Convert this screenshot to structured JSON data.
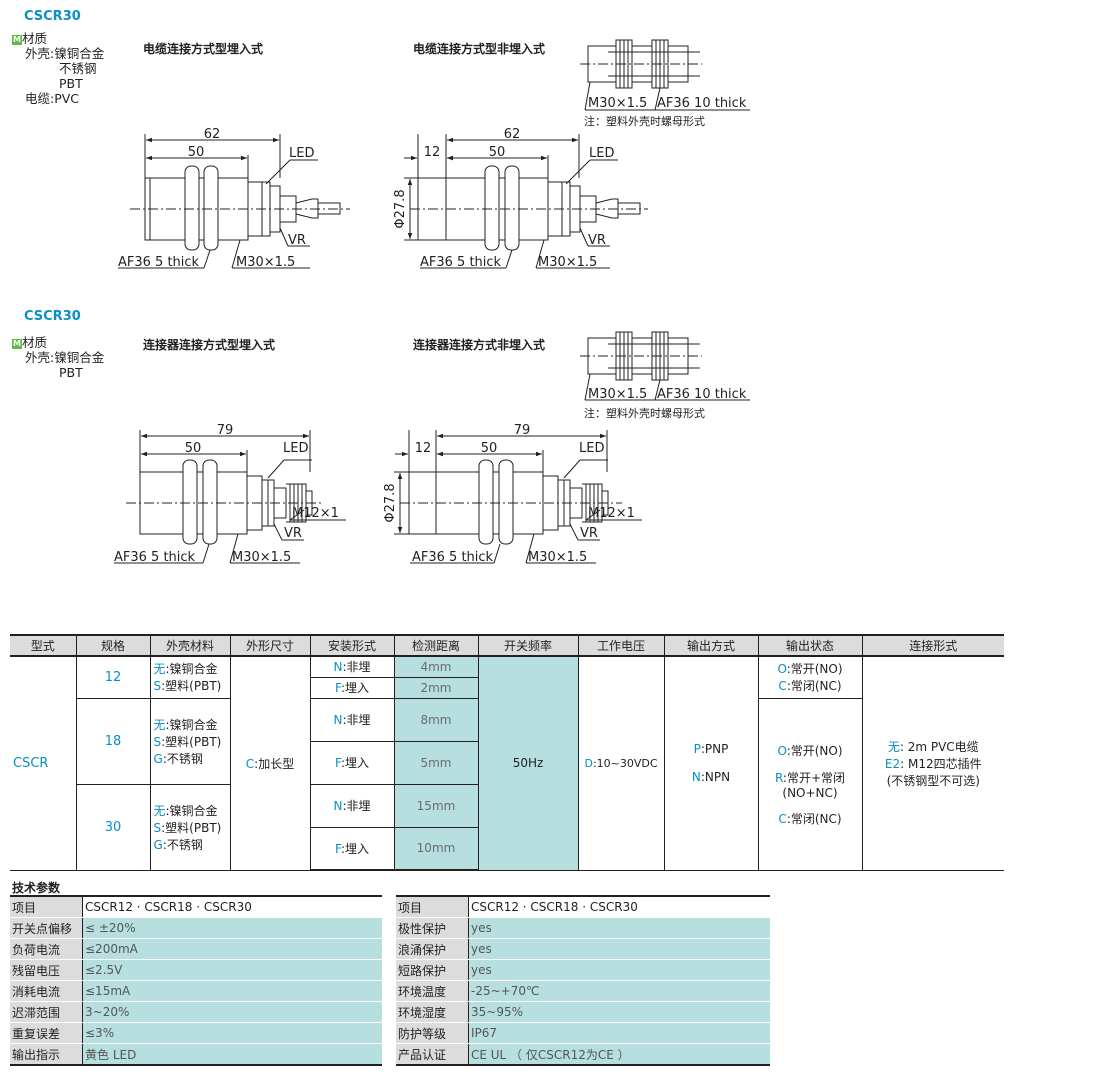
{
  "section1": {
    "title": "CSCR30",
    "material_heading": "材质",
    "material_badge": "M",
    "materials": [
      "外壳:镍铜合金",
      "不锈钢",
      "PBT",
      "电缆:PVC"
    ],
    "diag_left_title": "电缆连接方式型埋入式",
    "diag_right_title": "电缆连接方式型非埋入式",
    "nut_note": "注：塑料外壳时螺母形式",
    "nut_m": "M30×1.5",
    "nut_af": "AF36 10 thick",
    "left": {
      "total": "62",
      "body": "50",
      "led": "LED",
      "vr": "VR",
      "af": "AF36 5 thick",
      "m": "M30×1.5"
    },
    "right": {
      "total": "62",
      "lead": "12",
      "body": "50",
      "dia": "Φ27.8",
      "led": "LED",
      "vr": "VR",
      "af": "AF36 5 thick",
      "m": "M30×1.5"
    }
  },
  "section2": {
    "title": "CSCR30",
    "material_heading": "材质",
    "material_badge": "M",
    "materials": [
      "外壳:镍铜合金",
      "PBT"
    ],
    "diag_left_title": "连接器连接方式型埋入式",
    "diag_right_title": "连接器连接方式非埋入式",
    "nut_note": "注：塑料外壳时螺母形式",
    "nut_m": "M30×1.5",
    "nut_af": "AF36 10 thick",
    "left": {
      "total": "79",
      "body": "50",
      "led": "LED",
      "m12": "M12×1",
      "vr": "VR",
      "af": "AF36 5 thick",
      "m": "M30×1.5"
    },
    "right": {
      "total": "79",
      "lead": "12",
      "body": "50",
      "dia": "Φ27.8",
      "led": "LED",
      "m12": "M12×1",
      "vr": "VR",
      "af": "AF36 5 thick",
      "m": "M30×1.5"
    }
  },
  "model_table": {
    "headers": [
      "型式",
      "规格",
      "外壳材料",
      "外形尺寸",
      "安装形式",
      "检测距离",
      "开关频率",
      "工作电压",
      "输出方式",
      "输出状态",
      "连接形式"
    ],
    "type": "CSCR",
    "sizes": [
      "12",
      "18",
      "30"
    ],
    "materials_12": [
      {
        "code": "无",
        "text": ":镍铜合金"
      },
      {
        "code": "S",
        "text": ":塑料(PBT)"
      }
    ],
    "materials_18": [
      {
        "code": "无",
        "text": ":镍铜合金"
      },
      {
        "code": "S",
        "text": ":塑料(PBT)"
      },
      {
        "code": "G",
        "text": ":不锈钢"
      }
    ],
    "materials_30": [
      {
        "code": "无",
        "text": ":镍铜合金"
      },
      {
        "code": "S",
        "text": ":塑料(PBT)"
      },
      {
        "code": "G",
        "text": ":不锈钢"
      }
    ],
    "shape": {
      "code": "C",
      "text": ":加长型"
    },
    "mount_n": {
      "code": "N",
      "text": ":非埋"
    },
    "mount_f": {
      "code": "F",
      "text": ":埋入"
    },
    "distances": [
      "4mm",
      "2mm",
      "8mm",
      "5mm",
      "15mm",
      "10mm"
    ],
    "frequency": "50Hz",
    "voltage": {
      "code": "D",
      "text": ":10~30VDC"
    },
    "output_modes": [
      {
        "code": "P",
        "text": ":PNP"
      },
      {
        "code": "N",
        "text": ":NPN"
      }
    ],
    "states_12": [
      {
        "code": "O",
        "text": ":常开(NO)"
      },
      {
        "code": "C",
        "text": ":常闭(NC)"
      }
    ],
    "states_big": [
      {
        "code": "O",
        "text": ":常开(NO)"
      },
      {
        "code": "R",
        "text": ":常开+常闭"
      },
      {
        "code": "",
        "text": "(NO+NC)"
      },
      {
        "code": "C",
        "text": ":常闭(NC)"
      }
    ],
    "connection": [
      {
        "code": "无",
        "text": ": 2m PVC电缆"
      },
      {
        "code": "E2",
        "text": ": M12四芯插件"
      },
      {
        "code": "",
        "text": "(不锈钢型不可选)"
      }
    ]
  },
  "spec_title": "技术参数",
  "spec_left": [
    [
      "项目",
      "CSCR12 · CSCR18 · CSCR30"
    ],
    [
      "开关点偏移",
      "≤ ±20%"
    ],
    [
      "负荷电流",
      "≤200mA"
    ],
    [
      "残留电压",
      "≤2.5V"
    ],
    [
      "消耗电流",
      "≤15mA"
    ],
    [
      "迟滞范围",
      "3~20%"
    ],
    [
      "重复误差",
      "≤3%"
    ],
    [
      "输出指示",
      "黄色 LED"
    ]
  ],
  "spec_right": [
    [
      "项目",
      "CSCR12 · CSCR18 · CSCR30"
    ],
    [
      "极性保护",
      "yes"
    ],
    [
      "浪涌保护",
      "yes"
    ],
    [
      "短路保护",
      "yes"
    ],
    [
      "环境温度",
      "-25~+70℃"
    ],
    [
      "环境湿度",
      "35~95%"
    ],
    [
      "防护等级",
      "IP67"
    ],
    [
      "产品认证",
      "CE  UL （ 仅CSCR12为CE ）"
    ]
  ]
}
